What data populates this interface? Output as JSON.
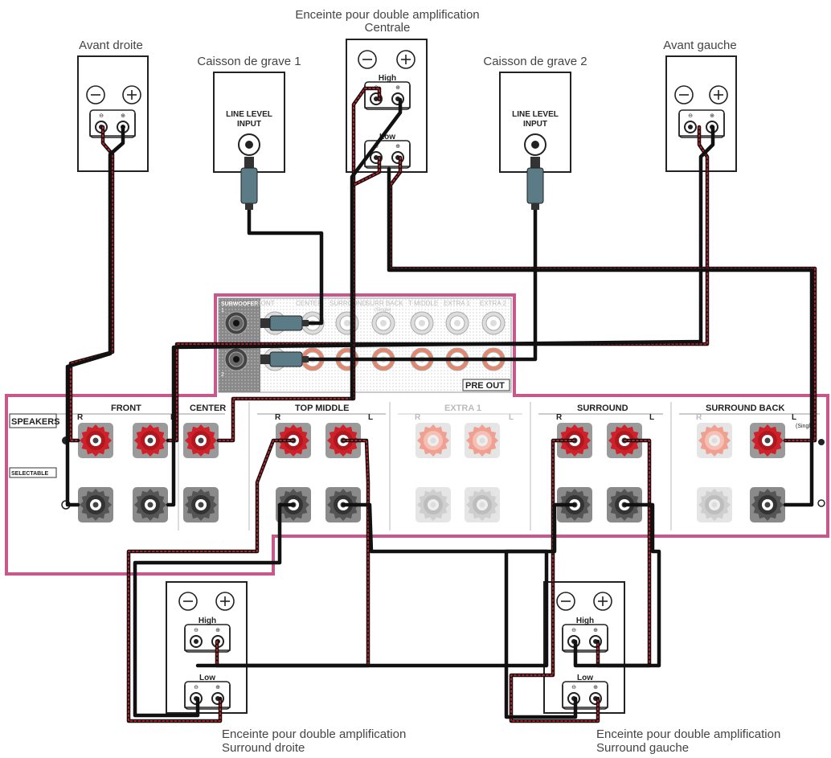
{
  "labels": {
    "center_title": "Enceinte pour double amplification",
    "center_sub": "Centrale",
    "front_right": "Avant droite",
    "sub1": "Caisson de grave 1",
    "sub2": "Caisson de grave 2",
    "front_left": "Avant gauche",
    "surr_right_title": "Enceinte pour double amplification",
    "surr_right_sub": "Surround droite",
    "surr_left_title": "Enceinte pour double amplification",
    "surr_left_sub": "Surround gauche"
  },
  "speaker_panel": {
    "high": "High",
    "low": "Low",
    "line_level_1": "LINE LEVEL",
    "line_level_2": "INPUT"
  },
  "preout": {
    "title": "PRE OUT",
    "subwoofer": "SUBWOOFER",
    "sub_num_1": "1",
    "sub_num_2": "2",
    "columns": [
      "FRONT",
      "CENTER",
      "SURROUND",
      "SURR BACK",
      "T MIDDLE",
      "EXTRA 1",
      "EXTRA 2"
    ],
    "single": "(Single)"
  },
  "speakers_panel": {
    "speakers": "SPEAKERS",
    "selectable": "SELECTABLE",
    "sections": [
      "FRONT",
      "CENTER",
      "TOP MIDDLE",
      "EXTRA 1",
      "SURROUND",
      "SURROUND BACK"
    ],
    "r": "R",
    "l": "L",
    "single": "(Single)"
  },
  "colors": {
    "accent_pink": "#c8588c",
    "terminal_red": "#d0202a",
    "terminal_grey": "#555555",
    "preout_red": "#e8856a"
  }
}
